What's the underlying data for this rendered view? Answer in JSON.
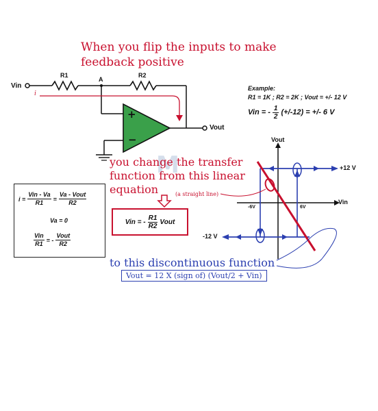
{
  "annotations": {
    "title": "When you flip the inputs to make feedback positive",
    "change_text": "you change the transfer function from this linear equation",
    "straight_line": "(a straight line)",
    "discontinuous": "to this discontinuous function",
    "vout_formula": "Vout = 12 X (sign of) (Vout/2 + Vin)"
  },
  "circuit": {
    "vin": "Vin",
    "r1": "R1",
    "r2": "R2",
    "node_a": "A",
    "current": "i",
    "vout": "Vout",
    "plus": "+",
    "minus": "−"
  },
  "example": {
    "heading": "Example:",
    "params": "R1 = 1K ; R2 = 2K ; Vout = +/- 12 V",
    "vin_lhs": "Vin = -",
    "frac_num": "1",
    "frac_den": "2",
    "vin_rhs": "(+/-12) = +/- 6 V"
  },
  "equations": {
    "i_eq": "i =",
    "f1_num": "Vin - Va",
    "f1_den": "R1",
    "eq": "=",
    "f2_num": "Va - Vout",
    "f2_den": "R2",
    "va": "Va = 0",
    "f3_num": "Vin",
    "f3_den": "R1",
    "eq_neg": "= -",
    "f4_num": "Vout",
    "f4_den": "R2"
  },
  "linear_eq": {
    "lhs": "Vin = -",
    "num": "R1",
    "den": "R2",
    "rhs": "Vout"
  },
  "graph": {
    "y_axis": "Vout",
    "x_axis": "Vin",
    "plus12": "+12 V",
    "minus12": "-12 V",
    "minus6": "-6V",
    "plus6": "6V"
  },
  "watermark": "M",
  "colors": {
    "red": "#c8102e",
    "blue": "#2b3fb0",
    "opamp_green": "#3aa04a"
  }
}
